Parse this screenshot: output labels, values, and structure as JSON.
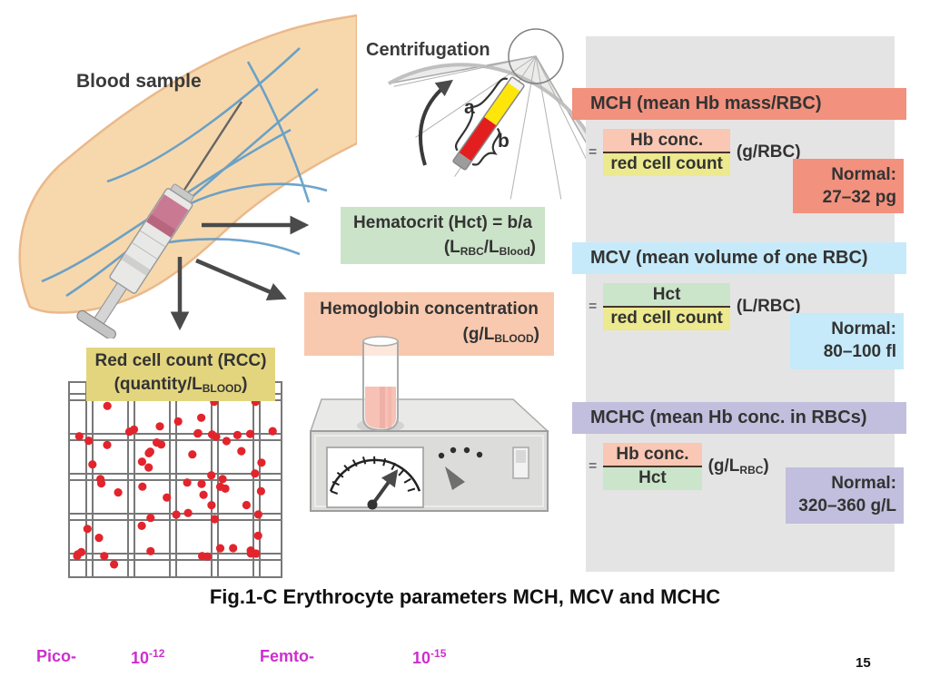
{
  "figure": {
    "blood_sample_label": "Blood sample",
    "centrifugation_label": "Centrifugation",
    "tube_label_a": "a",
    "tube_label_b": "b",
    "hematocrit": {
      "title": "Hematocrit (Hct) = ",
      "title_bold": "b/a",
      "unit_prefix": "(L",
      "unit_sub1": "RBC",
      "unit_mid": "/L",
      "unit_sub2": "Blood",
      "unit_suffix": ")"
    },
    "hemoglobin": {
      "title": "Hemoglobin concentration",
      "unit_prefix": "(g/L",
      "unit_sub": "BLOOD",
      "unit_suffix": ")"
    },
    "red_cell_count": {
      "title": "Red cell count (RCC)",
      "unit_prefix": "(quantity/L",
      "unit_sub": "BLOOD",
      "unit_suffix": ")"
    },
    "mch": {
      "header_prefix": "MC",
      "header_bold": "H",
      "header_rest": " (mean Hb mass/RBC)",
      "equals": "=",
      "numerator": "Hb conc.",
      "denominator": "red cell count",
      "unit": "(g/RBC)",
      "normal_label": "Normal:",
      "normal_value": "27–32 pg"
    },
    "mcv": {
      "header_prefix": "MC",
      "header_bold": "V",
      "header_rest": " (mean volume of one RBC)",
      "equals": "=",
      "numerator": "Hct",
      "denominator": "red cell count",
      "unit": "(L/RBC)",
      "normal_label": "Normal:",
      "normal_value": "80–100 fl"
    },
    "mchc": {
      "header_prefix": "MC",
      "header_bold": "HC",
      "header_rest": " (mean Hb conc. in RBCs)",
      "equals": "=",
      "numerator": "Hb conc.",
      "denominator": "Hct",
      "unit_prefix": "(g/L",
      "unit_sub": "RBC",
      "unit_suffix": ")",
      "normal_label": "Normal:",
      "normal_value": "320–360 g/L"
    }
  },
  "caption": "Fig.1-C Erythrocyte parameters MCH, MCV and MCHC",
  "footer": {
    "pico_label": "Pico-",
    "pico_base": "10",
    "pico_exp": "-12",
    "femto_label": "Femto-",
    "femto_base": "10",
    "femto_exp": "-15",
    "page_number": "15"
  },
  "colors": {
    "salmon": "#f2917e",
    "pink_highlight": "#f9c7b3",
    "yellow_highlight": "#ece98f",
    "light_blue": "#c6eaf9",
    "green_highlight": "#cbe5ca",
    "lavender": "#c2bedd",
    "panel_gray": "#e5e4e4",
    "khaki_box": "#e3d57e",
    "hematocrit_green": "#cbe3c8",
    "hemoglobin_salmon": "#f8c9ae",
    "magenta": "#cc2fcc",
    "red_dot": "#e2242c"
  }
}
